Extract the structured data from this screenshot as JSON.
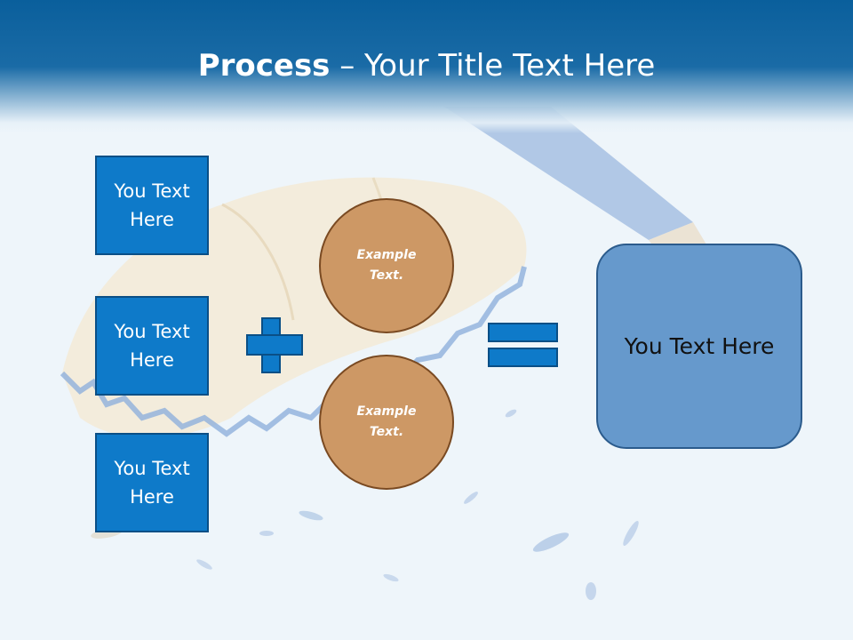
{
  "slide": {
    "title_bold": "Process",
    "title_rest": " – Your Title Text Here",
    "left_boxes": [
      "You Text Here",
      "You Text Here",
      "You Text Here"
    ],
    "circles": [
      "Example Text.",
      "Example Text."
    ],
    "result_text": "You Text Here"
  },
  "colors": {
    "header_blue": "#0a5f9c",
    "box_blue": "#0e7ac9",
    "circle_tan": "#cd9865",
    "result_blue": "#6699cc"
  },
  "icons": [
    "plus-sign",
    "equals-sign"
  ]
}
